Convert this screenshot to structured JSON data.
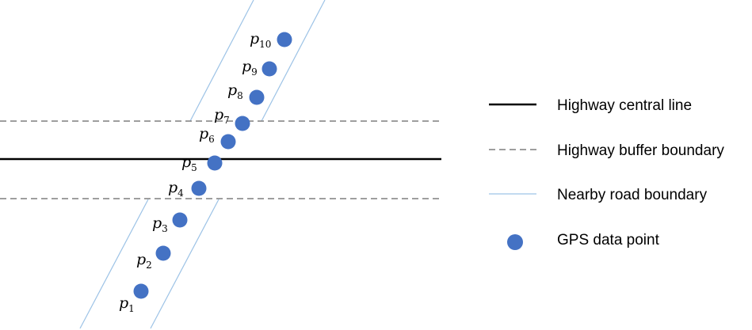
{
  "colors": {
    "central_line": "#000000",
    "buffer_line": "#7f7f7f",
    "road_boundary": "#9dc3e6",
    "gps_point": "#4472c4"
  },
  "points": [
    {
      "base": "p",
      "sub": "1"
    },
    {
      "base": "p",
      "sub": "2"
    },
    {
      "base": "p",
      "sub": "3"
    },
    {
      "base": "p",
      "sub": "4"
    },
    {
      "base": "p",
      "sub": "5"
    },
    {
      "base": "p",
      "sub": "6"
    },
    {
      "base": "p",
      "sub": "7"
    },
    {
      "base": "p",
      "sub": "8"
    },
    {
      "base": "p",
      "sub": "9"
    },
    {
      "base": "p",
      "sub": "10"
    }
  ],
  "legend": {
    "central_line": "Highway central line",
    "buffer_boundary": "Highway buffer boundary",
    "road_boundary": "Nearby road boundary",
    "gps_point": "GPS data point"
  }
}
